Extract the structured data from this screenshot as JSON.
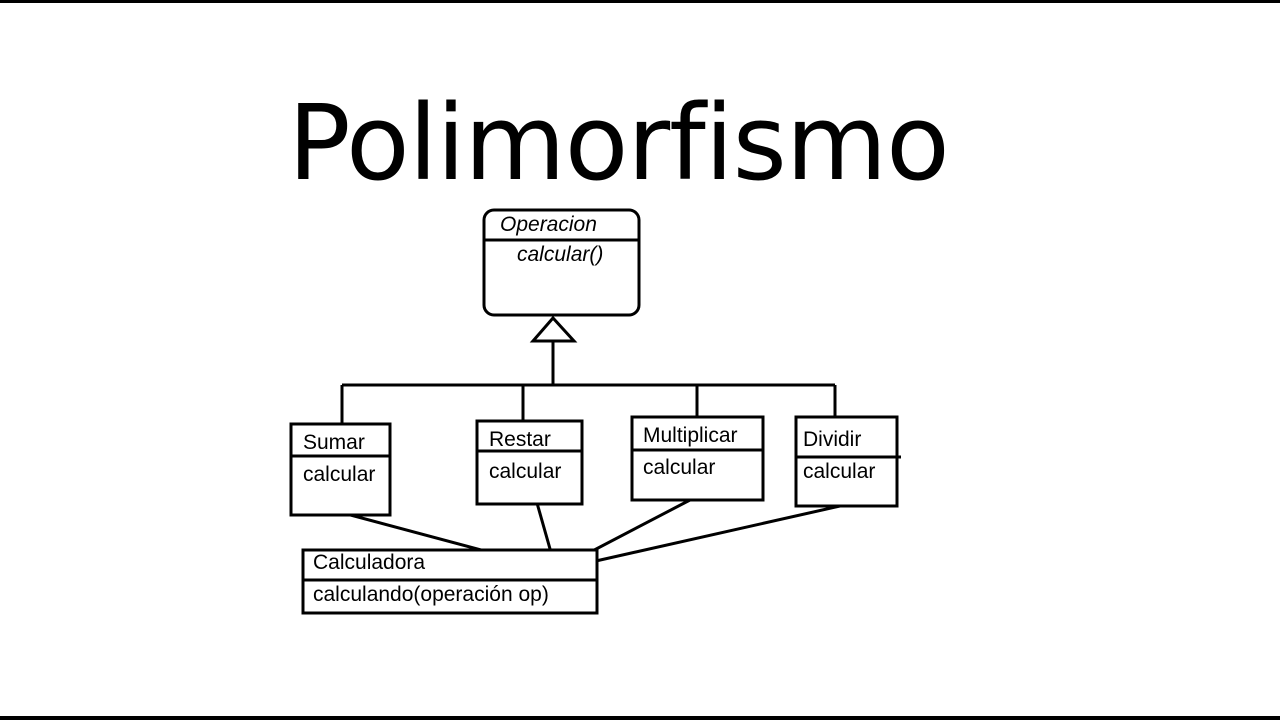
{
  "title": "Polimorfismo",
  "colors": {
    "background": "#ffffff",
    "frame": "#000000",
    "ink": "#000000"
  },
  "diagram": {
    "interface": {
      "name": "Operacion",
      "method": "calcular()"
    },
    "subclasses": [
      {
        "name": "Sumar",
        "method": "calcular"
      },
      {
        "name": "Restar",
        "method": "calcular"
      },
      {
        "name": "Multiplicar",
        "method": "calcular"
      },
      {
        "name": "Dividir",
        "method": "calcular"
      }
    ],
    "client": {
      "name": "Calculadora",
      "method": "calculando(operación op)"
    }
  }
}
